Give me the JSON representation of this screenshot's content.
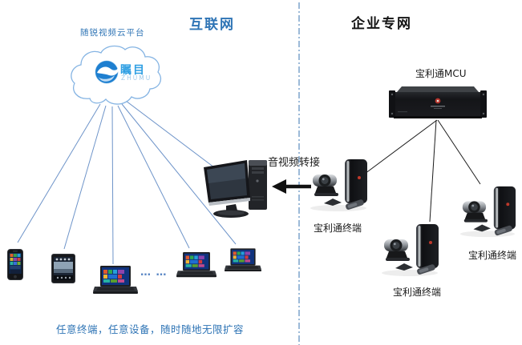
{
  "header": {
    "internet_zone": "互联网",
    "enterprise_zone": "企业专网"
  },
  "cloud": {
    "platform_label": "随锐视频云平台",
    "logo_name": "瞩目",
    "logo_sub": "ZHUMU"
  },
  "mcu": {
    "label": "宝利通MCU"
  },
  "transfer": {
    "label": "音视频转接"
  },
  "terminals": [
    {
      "label": "宝利通终端"
    },
    {
      "label": "宝利通终端"
    },
    {
      "label": "宝利通终端"
    }
  ],
  "devices": {
    "ellipsis": "… …",
    "left_side": [
      "smartphone",
      "tablet",
      "laptop",
      "laptop",
      "laptop",
      "desktop-pc"
    ]
  },
  "caption": "任意终端，任意设备，随时随地无限扩容",
  "colors": {
    "accent_blue": "#2E74B5",
    "logo_blue": "#2f9fe3",
    "cloud_stroke": "#85B4E3",
    "line_blue": "#6E94C9",
    "divider_blue": "#7BA3CC",
    "line_black": "#1B1B1B",
    "mcu_logo_red": "#B5342C"
  }
}
